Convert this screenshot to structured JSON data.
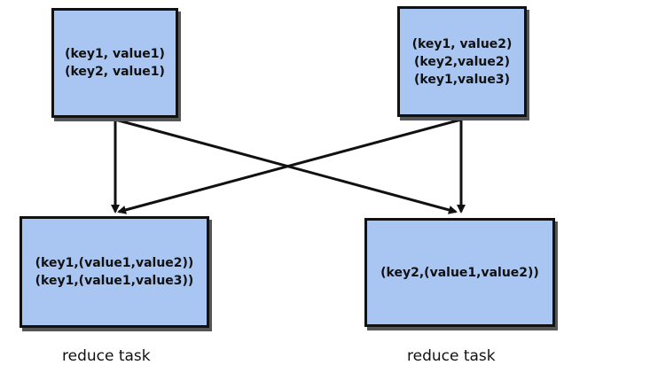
{
  "map_outputs": [
    {
      "lines": [
        "(key1, value1)",
        "(key2, value1)"
      ]
    },
    {
      "lines": [
        "(key1, value2)",
        "(key2,value2)",
        "(key1,value3)"
      ]
    }
  ],
  "reduce_inputs": [
    {
      "lines": [
        "(key1,(value1,value2))",
        "(key1,(value1,value3))"
      ],
      "caption": "reduce task"
    },
    {
      "lines": [
        "(key2,(value1,value2))"
      ],
      "caption": "reduce task"
    }
  ],
  "colors": {
    "box_fill": "#a9c6f2",
    "border": "#111111",
    "shadow": "#555555"
  }
}
